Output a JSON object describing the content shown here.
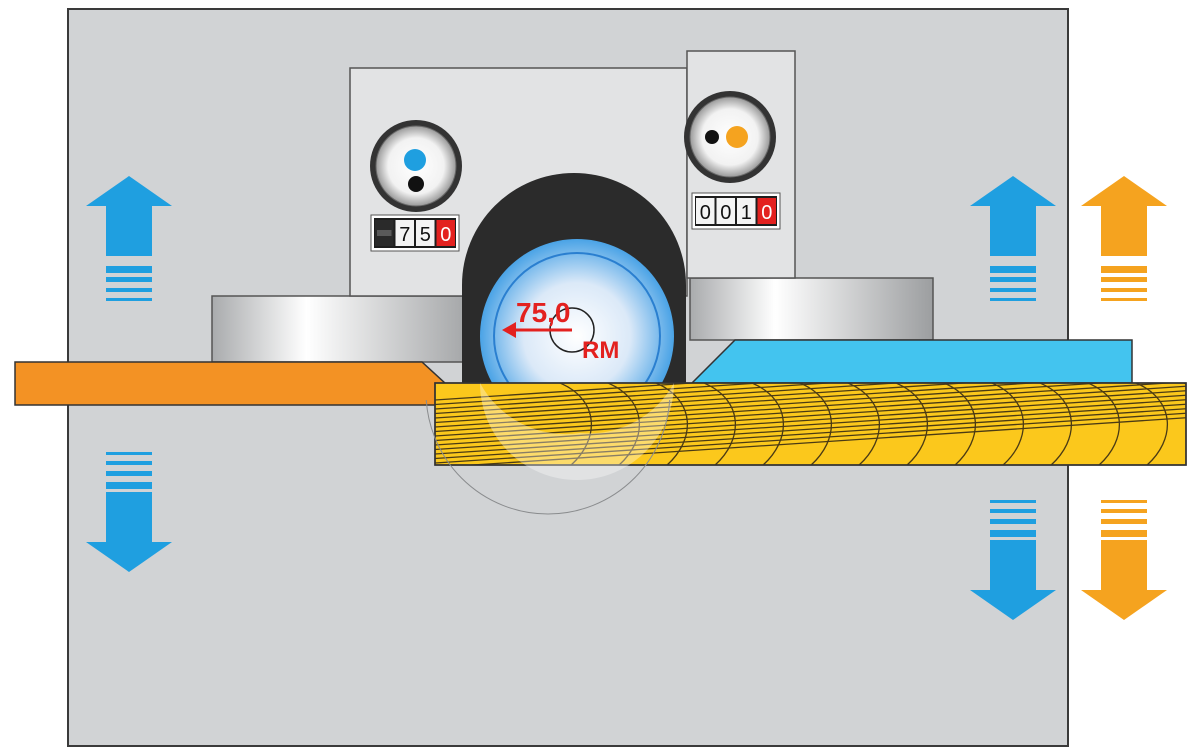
{
  "diagram": {
    "colors": {
      "frame": "#d1d3d5",
      "frame_border": "#3a3a3a",
      "spindle_block": "#e2e3e4",
      "blue_arrow": "#1f9fe0",
      "orange_arrow": "#f5a31f",
      "infeed_table": "#f39224",
      "outfeed_table": "#43c4ef",
      "wood": "#fbc81c",
      "radius_label": "#e3211f",
      "counter_highlight": "#e3211f"
    },
    "left_counter": {
      "digits": [
        "",
        "7",
        "5",
        "0"
      ],
      "dot_color": "#1f9fe0"
    },
    "right_counter": {
      "digits": [
        "0",
        "0",
        "1",
        "0"
      ],
      "dot_color": "#f5a31f"
    },
    "cutter": {
      "radius_value": "75,0",
      "radius_unit": "RM"
    },
    "arrows": {
      "left_blue": [
        "arrow-up",
        "arrow-down"
      ],
      "right_blue": [
        "arrow-up",
        "arrow-down"
      ],
      "right_orange": [
        "arrow-up",
        "arrow-down"
      ]
    }
  }
}
